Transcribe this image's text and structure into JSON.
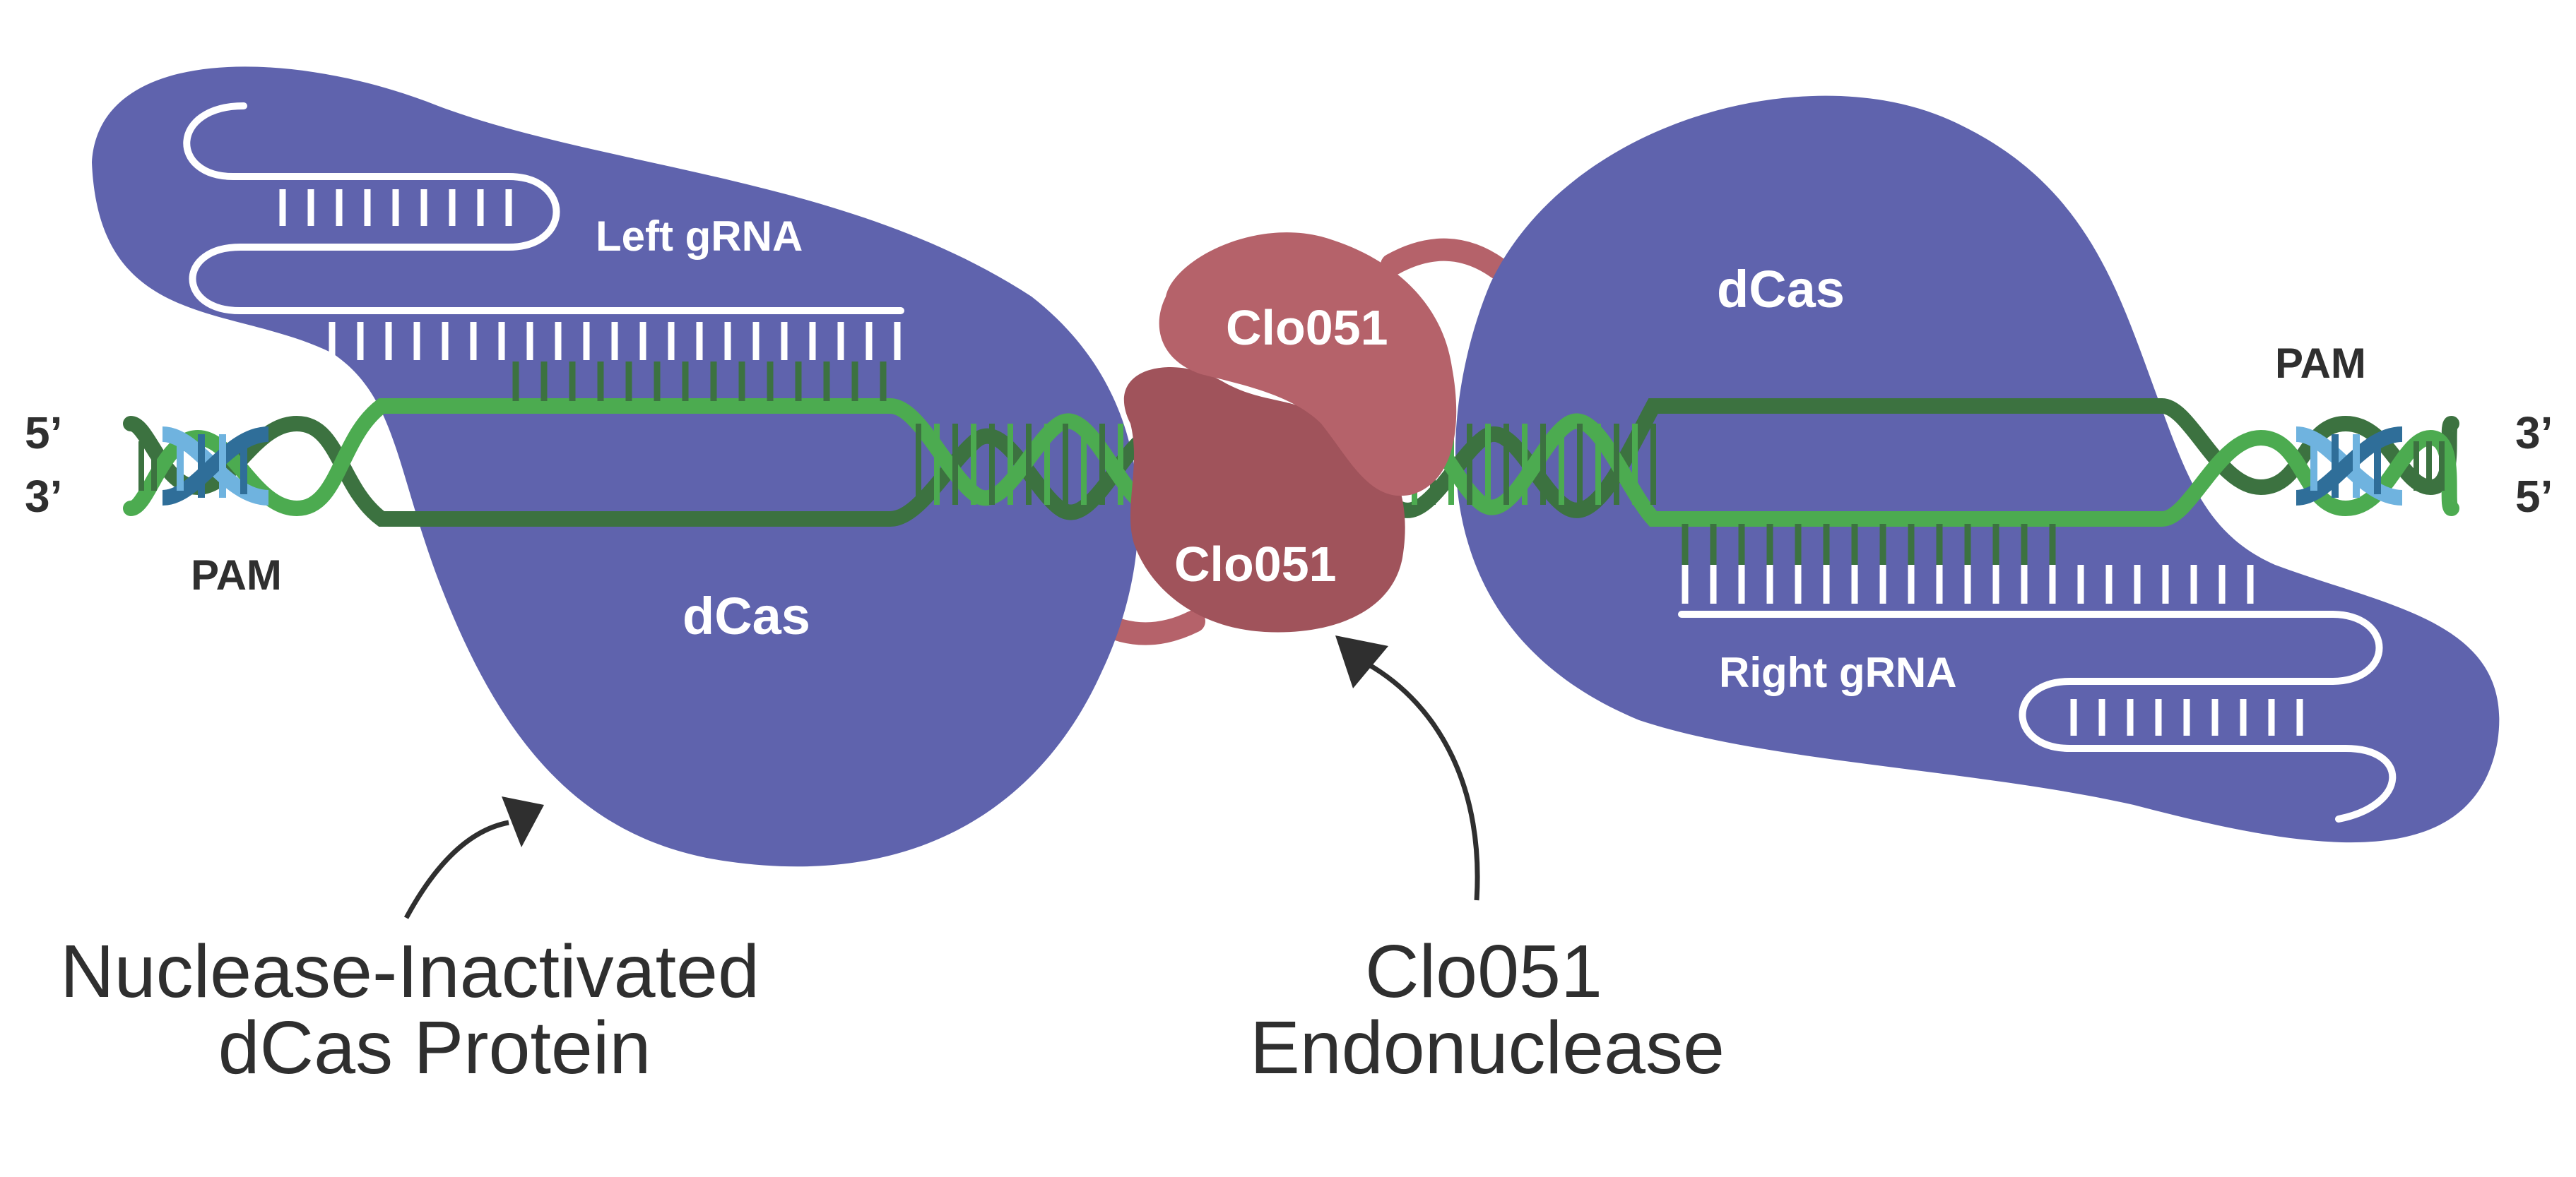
{
  "labels": {
    "left_grna": "Left gRNA",
    "right_grna": "Right gRNA",
    "left_dcas": "dCas",
    "right_dcas": "dCas",
    "clo051_top": "Clo051",
    "clo051_bottom": "Clo051",
    "pam_left": "PAM",
    "pam_right": "PAM",
    "strand_left_top": "5’",
    "strand_left_bottom": "3’",
    "strand_right_top": "3’",
    "strand_right_bottom": "5’"
  },
  "callouts": {
    "dcas_line1": "Nuclease-Inactivated",
    "dcas_line2": "dCas Protein",
    "clo_line1": "Clo051",
    "clo_line2": "Endonuclease"
  },
  "colors": {
    "dcas": "#5f63ad",
    "clo051": "#b5626a",
    "clo051_dark": "#a0535b",
    "dna_light": "#4cab50",
    "dna_dark": "#3c7240",
    "pam_light": "#6fb3df",
    "pam_dark": "#2f6e99",
    "text": "#2f2f2f"
  }
}
